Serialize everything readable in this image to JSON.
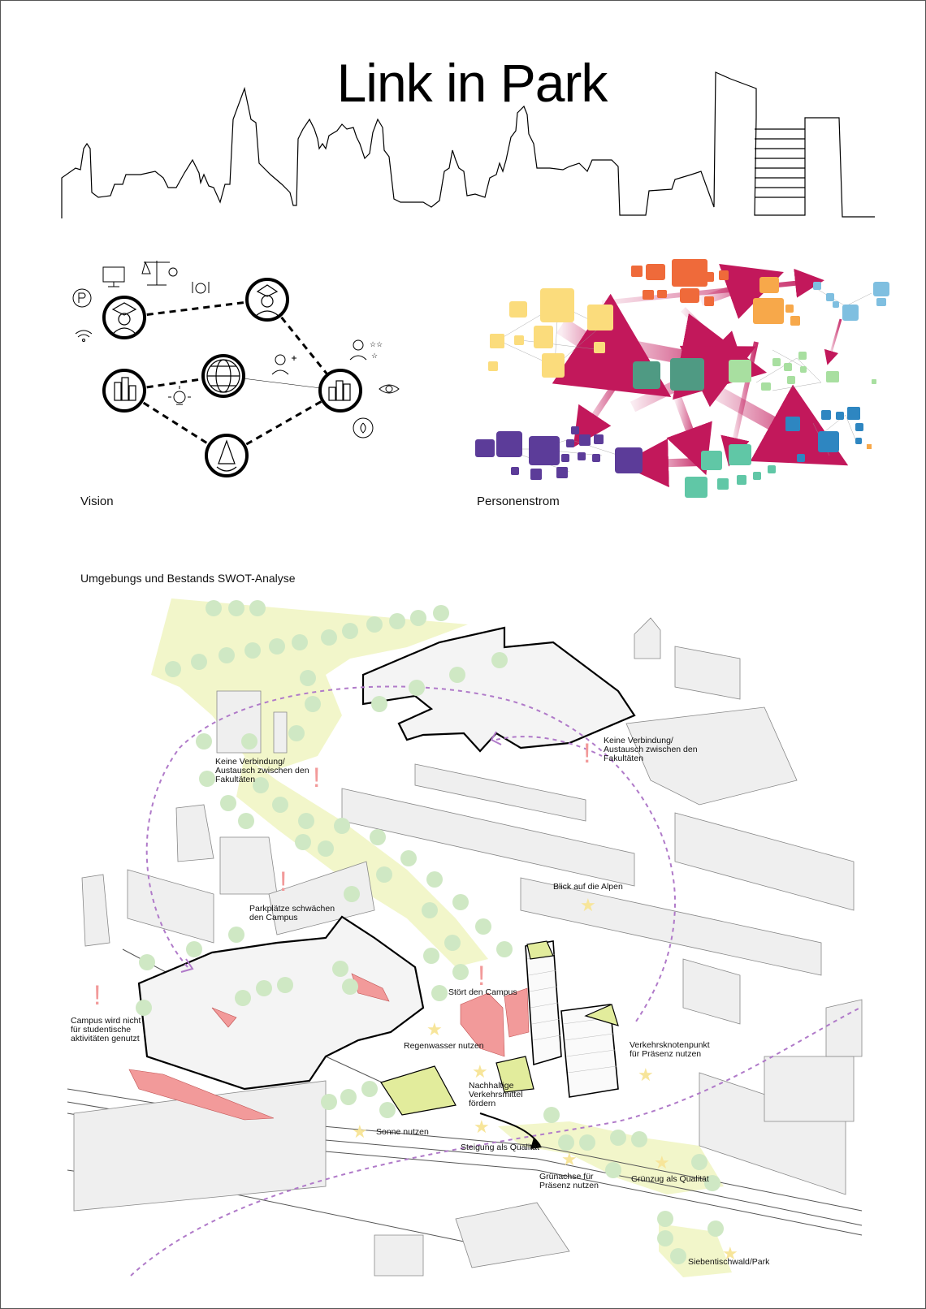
{
  "header": {
    "title": "Link in Park"
  },
  "vision": {
    "caption": "Vision"
  },
  "flow": {
    "caption": "Personenstrom"
  },
  "swot": {
    "caption": "Umgebungs und Bestands SWOT-Analyse",
    "annotations": [
      "Keine Verbindung/\nAustausch zwischen den\nFakultäten",
      "Keine Verbindung/\nAustausch zwischen den\nFakultäten",
      "Parkplätze schwächen\nden Campus",
      "Blick auf die Alpen",
      "Campus wird nicht\nfür studentische\naktivitäten genutzt",
      "Stört den Campus",
      "Regenwasser nutzen",
      "Verkehrsknotenpunkt\nfür Präsenz nutzen",
      "Nachhaltige\nVerkehrsmittel\nfördern",
      "Sonne nutzen",
      "Steigung als Qualität",
      "Grünachse für\nPräsenz nutzen",
      "Grünzug als Qualität",
      "Siebentischwald/Park"
    ]
  },
  "colors": {
    "tree": "#cfe8c4",
    "tree_trunk": "#9cbf8e",
    "greenway": "#eef3b8",
    "sun_star": "#f7e59a",
    "weakness": "#f29a9a",
    "loop_dashed": "#b07ac9",
    "flow_arrow": "#c2185b",
    "node_orange": "#ef6a3a",
    "node_yellow": "#fbdc7c",
    "node_green_dark": "#4f9a83",
    "node_green_light": "#a8dfa0",
    "node_purple": "#5c3c99",
    "node_teal": "#60c7a6",
    "node_blue": "#2e86c1",
    "node_lightblue": "#7fbfe0"
  }
}
